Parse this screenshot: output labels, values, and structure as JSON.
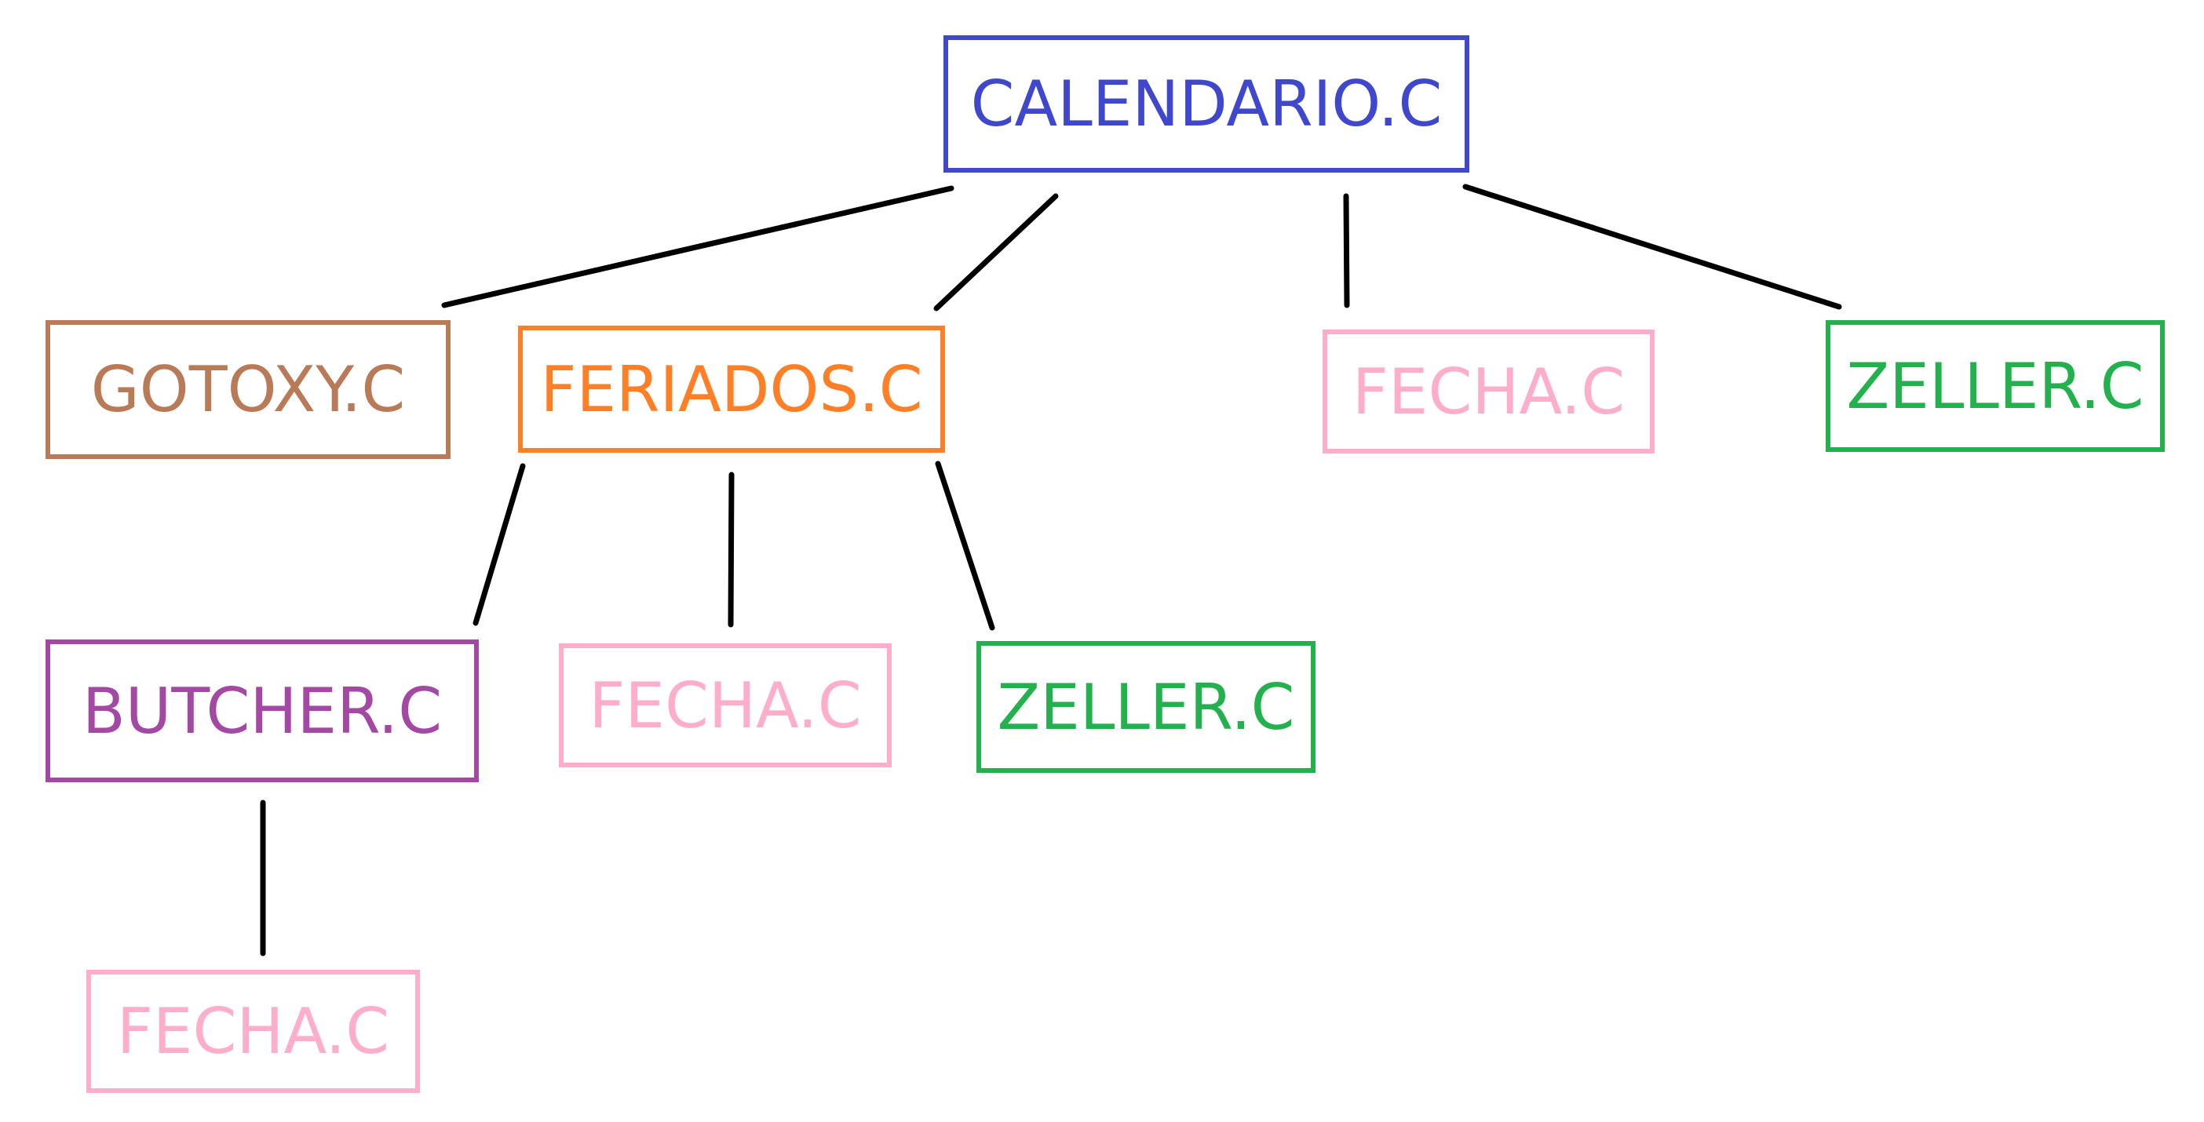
{
  "diagram": {
    "nodes": {
      "calendario": {
        "label": "CALENDARIO.C",
        "color": "#3f48cc"
      },
      "gotoxy": {
        "label": "GOTOXY.C",
        "color": "#b97a57"
      },
      "feriados": {
        "label": "FERIADOS.C",
        "color": "#ff7f27"
      },
      "fecha_r": {
        "label": "FECHA.C",
        "color": "#ffaec9"
      },
      "zeller_r": {
        "label": "ZELLER.C",
        "color": "#22b14c"
      },
      "butcher": {
        "label": "BUTCHER.C",
        "color": "#a349a4"
      },
      "fecha_m": {
        "label": "FECHA.C",
        "color": "#ffaec9"
      },
      "zeller_m": {
        "label": "ZELLER.C",
        "color": "#22b14c"
      },
      "fecha_b": {
        "label": "FECHA.C",
        "color": "#ffaec9"
      }
    },
    "edges": [
      {
        "from": "calendario",
        "to": "gotoxy"
      },
      {
        "from": "calendario",
        "to": "feriados"
      },
      {
        "from": "calendario",
        "to": "fecha_r"
      },
      {
        "from": "calendario",
        "to": "zeller_r"
      },
      {
        "from": "feriados",
        "to": "butcher"
      },
      {
        "from": "feriados",
        "to": "fecha_m"
      },
      {
        "from": "feriados",
        "to": "zeller_m"
      },
      {
        "from": "butcher",
        "to": "fecha_b"
      }
    ],
    "edge_color": "#000000"
  }
}
